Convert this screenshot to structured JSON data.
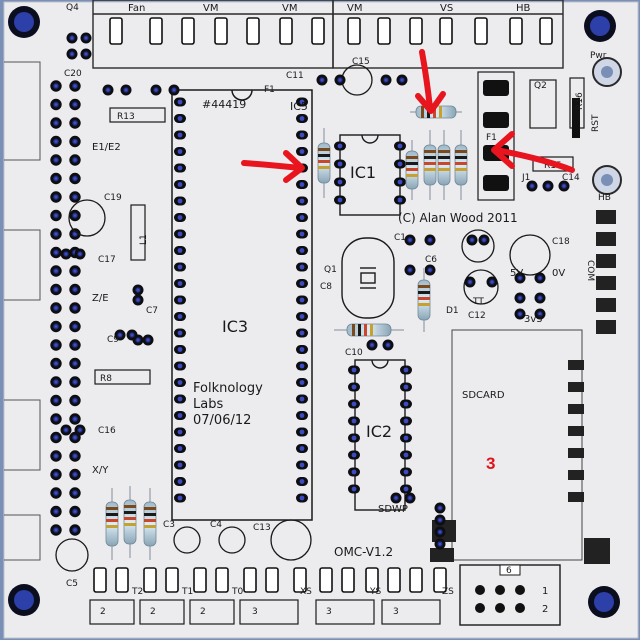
{
  "board": {
    "name": "OMC-V1.2",
    "part_number": "#44419",
    "copyright": "(C) Alan Wood 2011",
    "maker_line1": "Folknology",
    "maker_line2": "Labs",
    "maker_date": "07/06/12",
    "marker_number": "3",
    "sdcard_label": "SDCARD",
    "sdwp_label": "SDWP"
  },
  "top_headers": [
    "Fan",
    "VM",
    "VM",
    "VM",
    "VS",
    "HB"
  ],
  "chips": {
    "ic1": "IC1",
    "ic2": "IC2",
    "ic3": "IC3",
    "ic5": "IC5"
  },
  "left_labels": {
    "q4": "Q4",
    "c20": "C20",
    "r13": "R13",
    "e1e2": "E1/E2",
    "c19": "C19",
    "l1": "L1",
    "c17": "C17",
    "ze": "Z/E",
    "c7": "C7",
    "c9": "C9",
    "r8": "R8",
    "c16": "C16",
    "xy": "X/Y",
    "c3": "C3",
    "c5": "C5",
    "c4": "C4",
    "c13": "C13"
  },
  "mid_labels": {
    "c15": "C15",
    "c11": "C11",
    "f1a": "F1",
    "c1": "C1",
    "c6": "C6",
    "q1": "Q1",
    "c8": "C8",
    "d1": "D1",
    "c10": "C10"
  },
  "right_labels": {
    "pwr": "Pwr",
    "q2": "Q2",
    "r16": "R16",
    "rst": "RST",
    "f1b": "F1",
    "r15": "R15",
    "j1": "J1",
    "c14": "C14",
    "hb": "HB",
    "c18": "C18",
    "com": "COM",
    "v5": "5V",
    "v0": "0V",
    "v3": "3v3",
    "tt": "TT",
    "c12": "C12"
  },
  "bottom_labels": {
    "t2": "T2",
    "t1": "T1",
    "t0": "T0",
    "xs": "XS",
    "ys": "YS",
    "zs": "ZS",
    "pin2a": "2",
    "pin2b": "2",
    "pin2c": "2",
    "pin3a": "3",
    "pin3b": "3",
    "pin3c": "3",
    "conn6": "6",
    "conn1": "1",
    "conn2": "2"
  },
  "colors": {
    "board": "#ececef",
    "frame": "#7a8fb5",
    "silkscreen": "#1a1a1a",
    "arrow": "#e8141e",
    "marker": "#e0141a",
    "resistor_body": "#c8dce6"
  }
}
